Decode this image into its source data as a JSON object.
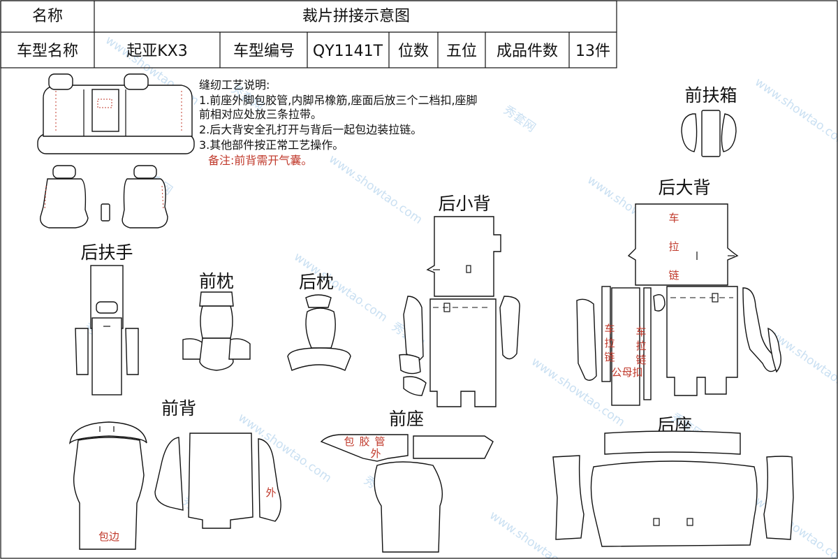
{
  "table": {
    "name_label": "名称",
    "title": "裁片拼接示意图",
    "model_name_label": "车型名称",
    "model_name": "起亚KX3",
    "model_code_label": "车型编号",
    "model_code": "QY1141T",
    "seats_label": "位数",
    "seats": "五位",
    "pieces_label": "成品件数",
    "pieces": "13件"
  },
  "notes": {
    "heading": "缝纫工艺说明:",
    "line1": "1.前座外脚包胶管,内脚吊橡筋,座面后放三个二档扣,座脚",
    "line2": "前相对应处放三条拉带。",
    "line3": "2.后大背安全孔打开与背后一起包边装拉链。",
    "line4": "3.其他部件按正常工艺操作。",
    "remark": "备注:前背需开气囊。"
  },
  "sections": {
    "front_box": "前扶箱",
    "rear_big_back": "后大背",
    "rear_small_back": "后小背",
    "rear_armrest": "后扶手",
    "front_pillow": "前枕",
    "rear_pillow": "后枕",
    "front_back": "前背",
    "front_seat": "前座",
    "rear_seat": "后座"
  },
  "marks": {
    "zipper_chars": [
      "车",
      "拉",
      "链"
    ],
    "mother_zipper": "公母扣",
    "wrap_tube": [
      "包",
      "胶",
      "管"
    ],
    "outer": "外",
    "edge_binding": "包边"
  },
  "watermark": {
    "site": "www.showtao.com",
    "brand": "秀套网"
  }
}
